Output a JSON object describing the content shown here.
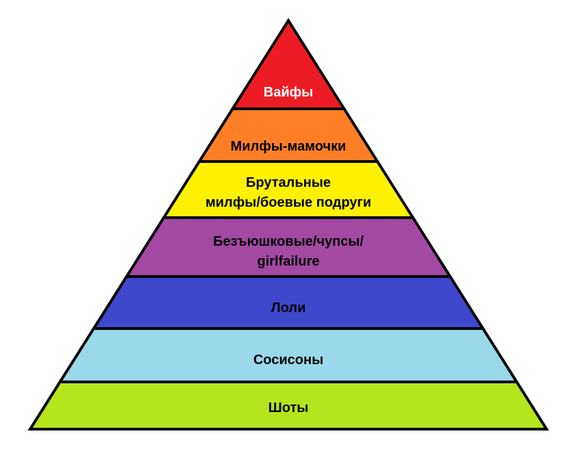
{
  "pyramid": {
    "tiers": [
      {
        "lines": [
          "Вайфы"
        ],
        "fill": "#ed1c24",
        "text_color": "#ffffff"
      },
      {
        "lines": [
          "Милфы-мамочки"
        ],
        "fill": "#ff7f27",
        "text_color": "#000000"
      },
      {
        "lines": [
          "Брутальные",
          "милфы/боевые подруги"
        ],
        "fill": "#fff200",
        "text_color": "#000000"
      },
      {
        "lines": [
          "Безъюшковые/чупсы/",
          "girlfailure"
        ],
        "fill": "#a349a4",
        "text_color": "#000000"
      },
      {
        "lines": [
          "Лоли"
        ],
        "fill": "#3f48cc",
        "text_color": "#000000"
      },
      {
        "lines": [
          "Сосисоны"
        ],
        "fill": "#99d9ea",
        "text_color": "#000000"
      },
      {
        "lines": [
          "Шоты"
        ],
        "fill": "#b5e61d",
        "text_color": "#000000"
      }
    ]
  }
}
